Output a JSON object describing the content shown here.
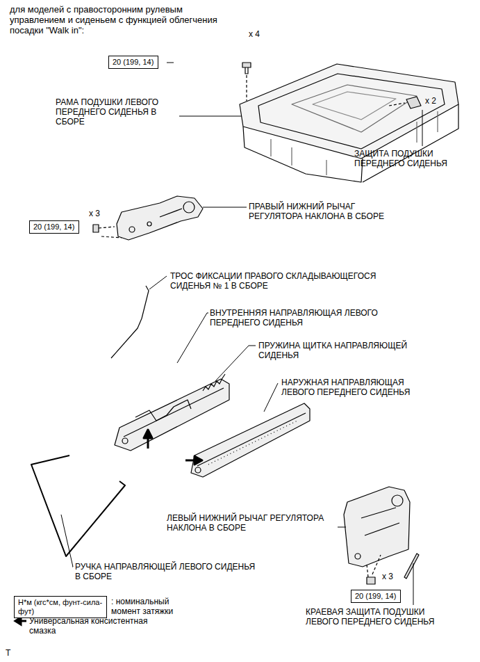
{
  "diagram": {
    "title": "для моделей с правосторонним рулевым управлением и сиденьем с функцией облегчения посадки \"Walk in\":",
    "nodes": [
      {
        "text": [
          "20 (199, 14)"
        ]
      },
      {
        "text": [
          "20 (199, 14)"
        ]
      },
      {
        "text": [
          "20 (199, 14)"
        ]
      },
      {
        "text": [
          "Н*м (кгс*см, фунт-сила-фут)"
        ]
      }
    ],
    "edges": [],
    "labels": [
      "x 4",
      "РАМА ПОДУШКИ ЛЕВОГО ПЕРЕДНЕГО СИДЕНЬЯ В СБОРЕ",
      "x 2",
      "ЗАЩИТА ПОДУШКИ ПЕРЕДНЕГО СИДЕНЬЯ",
      "x 3",
      "ПРАВЫЙ НИЖНИЙ РЫЧАГ РЕГУЛЯТОРА НАКЛОНА В СБОРЕ",
      "ТРОС ФИКСАЦИИ ПРАВОГО СКЛАДЫВАЮЩЕГОСЯ СИДЕНЬЯ № 1 В СБОРЕ",
      "ВНУТРЕННЯЯ НАПРАВЛЯЮЩАЯ ЛЕВОГО ПЕРЕДНЕГО СИДЕНЬЯ",
      "ПРУЖИНА ЩИТКА НАПРАВЛЯЮЩЕЙ СИДЕНЬЯ",
      "НАРУЖНАЯ НАПРАВЛЯЮЩАЯ ЛЕВОГО ПЕРЕДНЕГО СИДЕНЬЯ",
      "ЛЕВЫЙ НИЖНИЙ РЫЧАГ РЕГУЛЯТОРА НАКЛОНА В СБОРЕ",
      "x 3",
      "РУЧКА НАПРАВЛЯЮЩЕЙ ЛЕВОГО СИДЕНЬЯ В СБОРЕ",
      "КРАЕВАЯ ЗАЩИТА ПОДУШКИ ЛЕВОГО ПЕРЕДНЕГО СИДЕНЬЯ",
      "T"
    ],
    "legend": [
      {
        "text": ": номинальный момент затяжки"
      },
      {
        "text": "Универсальная консистентная смазка"
      }
    ]
  }
}
